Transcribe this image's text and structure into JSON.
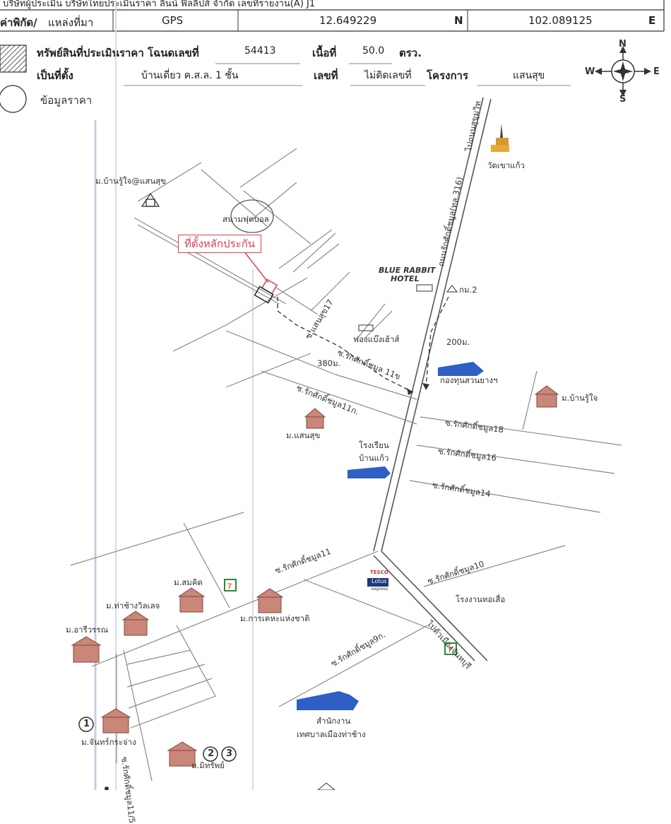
{
  "header": {
    "top_line": "บริษัทผู้ประเมิน  บริษัทไทยประเมินราคา ลินน์ ฟิลลิปส์ จำกัด  เลขที่รายงาน(A) J1",
    "coord_label": "ค่าพิกัด/",
    "source_label": "แหล่งที่มา",
    "gps_label": "GPS",
    "latitude": "12.649229",
    "lat_dir": "N",
    "longitude": "102.089125",
    "lon_dir": "E"
  },
  "property": {
    "appraised_label": "ทรัพย์สินที่ประเมินราคา โฉนดเลขที่",
    "deed_no": "54413",
    "area_label": "เนื้อที่",
    "area_value": "50.0",
    "area_unit": "ตรว.",
    "location_label": "เป็นที่ตั้ง",
    "location_value": "บ้านเดี่ยว ค.ส.ล. 1 ชั้น",
    "house_no_label": "เลขที่",
    "house_no_value": "ไม่ติดเลขที่",
    "project_label": "โครงการ",
    "project_value": "แสนสุข",
    "price_info_label": "ข้อมูลราคา"
  },
  "compass": {
    "n": "N",
    "s": "S",
    "e": "E",
    "w": "W"
  },
  "callout": "ที่ตั้งหลักประกัน",
  "places": {
    "ban_rujai_sansuk": "ม.บ้านรู้ใจ@แสนสุข",
    "football_field": "สนามฟุตบอล",
    "blue_rabbit": "BLUE RABBIT",
    "hotel": "HOTEL",
    "km2": "กม.2",
    "fongbang_house": "ฟองแบ๊งเฮ้าส์",
    "wat_khao_kaew": "วัดเขาแก้ว",
    "distance_380": "380ม.",
    "distance_200": "200ม.",
    "fund_office": "กองทุนสวนยางฯ",
    "ban_rujai": "ม.บ้านรู้ใจ",
    "mo_sansuk": "ม.แสนสุข",
    "school_line1": "โรงเรียน",
    "school_line2": "บ้านแก้ว",
    "mo_somkid": "ม.สมคิด",
    "mo_thachang": "ม.ท่าช้างวิลเลจ",
    "mo_ariwan": "ม.อารีวรรณ",
    "housing_auth": "ม.การเคหะแห่งชาติ",
    "tesco": "TESCO",
    "lotus": "Lotus",
    "express": "express",
    "factory": "โรงงานทอเสื่อ",
    "municipal_line1": "สำนักงาน",
    "municipal_line2": "เทศบาลเมืองท่าช้าง",
    "mo_chanpen": "ม.จันทร์กระจ่าง",
    "mo_mitrap": "ม.มิทรัพย์",
    "c1": "1",
    "c2": "2",
    "c3": "3"
  },
  "roads": {
    "sukhumvit": "ไปถนนสุขุมวิท",
    "raksakchamun_316": "ถนนรักศักดิ์ชมูล(ทล.316)",
    "sansuk17": "ซ.แสนสุข17",
    "rak11kh": "ซ.รักศักดิ์ชมูล 11ข",
    "rak11k": "ซ.รักศักดิ์ชมูล11ก.",
    "rak18": "ซ.รักศักดิ์ชมูล18",
    "rak16": "ซ.รักศักดิ์ชมูล16",
    "rak14": "ซ.รักศักดิ์ชมูล14",
    "rak11": "ซ.รักศักดิ์ชมูล11",
    "rak10": "ซ.รักศักดิ์ชมูล10",
    "to_chanthaburi": "ไปตัวเมืองจันทบุรี",
    "rak9k": "ซ.รักศักดิ์ชมูล9ก.",
    "rak11_5": "ซ.รักศักดิ์ชมูล11/5"
  },
  "colors": {
    "callout": "#d9424b",
    "building_blue": "#2f5fc4",
    "road": "#8a8a8a"
  }
}
